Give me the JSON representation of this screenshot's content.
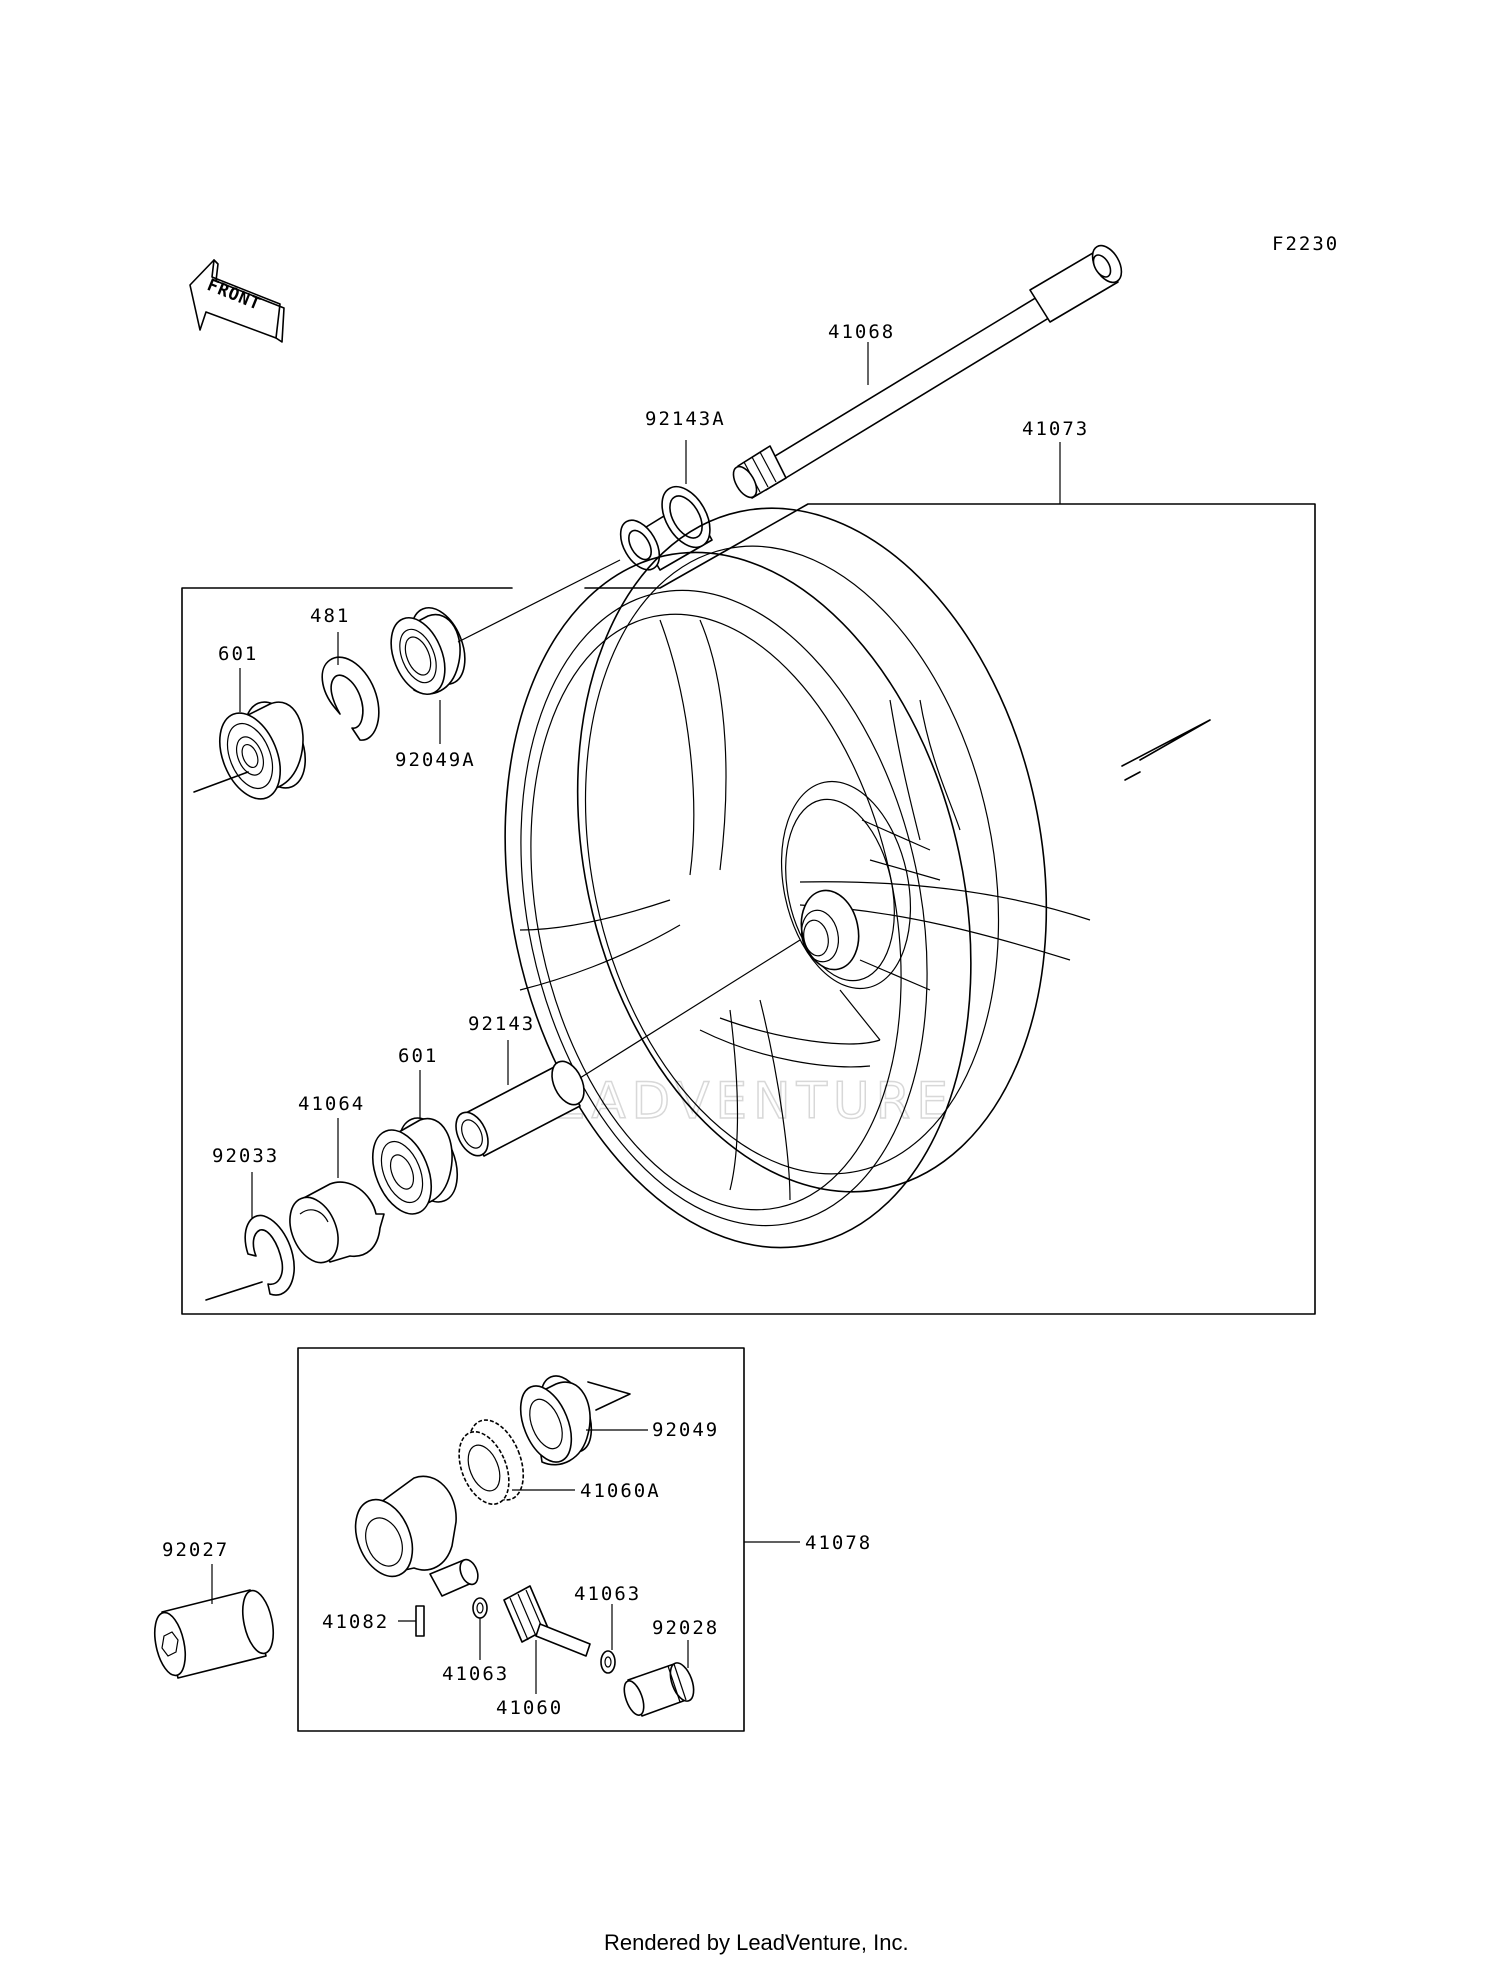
{
  "diagram": {
    "code": "F2230",
    "direction_label": "FRONT",
    "watermark": "LEADVENTURE",
    "footer": "Rendered by LeadVenture, Inc.",
    "labels": {
      "axle": "41068",
      "collar_a": "92143A",
      "wheel": "41073",
      "snap_ring": "481",
      "bearing_upper": "601",
      "seal_a": "92049A",
      "collar": "92143",
      "bearing_lower": "601",
      "gear_box_cover": "41064",
      "circlip": "92033",
      "seal": "92049",
      "gear": "41060A",
      "gear_box": "41078",
      "collar_outer": "92027",
      "pin": "41082",
      "washer_left": "41063",
      "washer_right": "41063",
      "pinion": "41060",
      "bushing": "92028"
    }
  }
}
